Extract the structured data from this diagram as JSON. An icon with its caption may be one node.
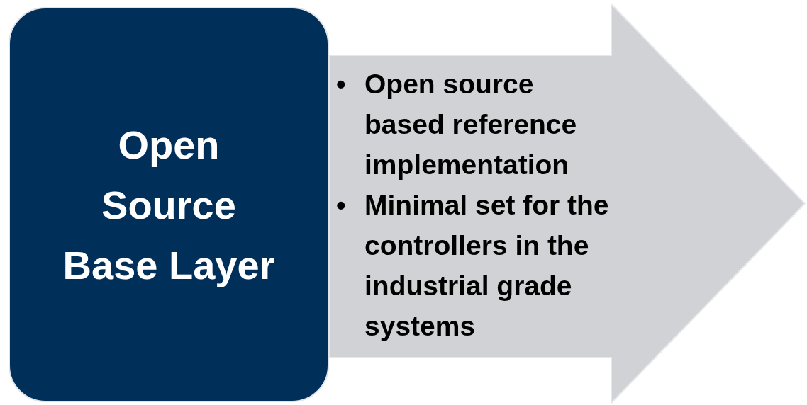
{
  "diagram": {
    "nodes": [
      {
        "text": [
          "Open Source Base Layer"
        ]
      },
      {
        "text": [
          "Open source based reference implementation",
          "Minimal set for the controllers in the industrial grade systems"
        ]
      }
    ],
    "labels": [
      "•",
      "•"
    ]
  }
}
